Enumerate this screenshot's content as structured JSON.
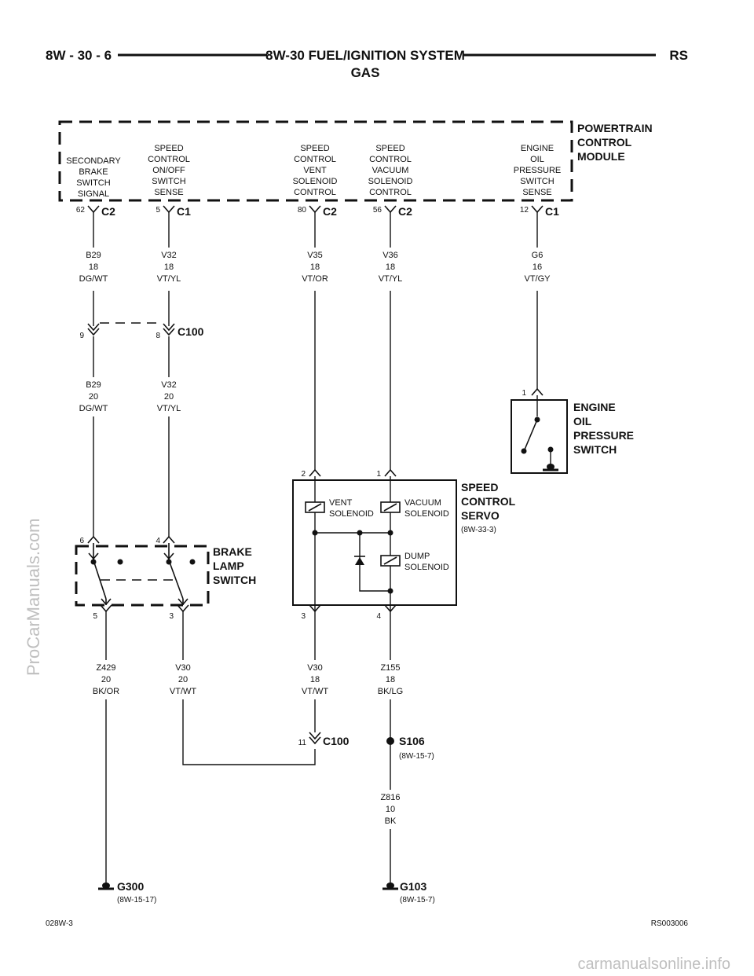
{
  "header": {
    "page_number": "8W - 30 - 6",
    "title": "8W-30 FUEL/IGNITION SYSTEM",
    "subtitle": "GAS",
    "model": "RS"
  },
  "pcm": {
    "name_lines": [
      "POWERTRAIN",
      "CONTROL",
      "MODULE"
    ],
    "circuits": [
      {
        "lines": [
          "SECONDARY",
          "BRAKE",
          "SWITCH",
          "SIGNAL"
        ],
        "pin": "62",
        "connector": "C2",
        "wire": [
          "B29",
          "18",
          "DG/WT"
        ]
      },
      {
        "lines": [
          "SPEED",
          "CONTROL",
          "ON/OFF",
          "SWITCH",
          "SENSE"
        ],
        "pin": "5",
        "connector": "C1",
        "wire": [
          "V32",
          "18",
          "VT/YL"
        ]
      },
      {
        "lines": [
          "SPEED",
          "CONTROL",
          "VENT",
          "SOLENOID",
          "CONTROL"
        ],
        "pin": "80",
        "connector": "C2",
        "wire": [
          "V35",
          "18",
          "VT/OR"
        ]
      },
      {
        "lines": [
          "SPEED",
          "CONTROL",
          "VACUUM",
          "SOLENOID",
          "CONTROL"
        ],
        "pin": "56",
        "connector": "C2",
        "wire": [
          "V36",
          "18",
          "VT/YL"
        ]
      },
      {
        "lines": [
          "ENGINE",
          "OIL",
          "PRESSURE",
          "SWITCH",
          "SENSE"
        ],
        "pin": "12",
        "connector": "C1",
        "wire": [
          "G6",
          "16",
          "VT/GY"
        ]
      }
    ]
  },
  "c100_upper": {
    "name": "C100",
    "pins": [
      "9",
      "8"
    ]
  },
  "mid_wires": [
    [
      "B29",
      "20",
      "DG/WT"
    ],
    [
      "V32",
      "20",
      "VT/YL"
    ]
  ],
  "oil_switch": {
    "name_lines": [
      "ENGINE",
      "OIL",
      "PRESSURE",
      "SWITCH"
    ],
    "pin": "1"
  },
  "servo": {
    "name_lines": [
      "SPEED",
      "CONTROL",
      "SERVO"
    ],
    "ref": "(8W-33-3)",
    "pins_top": [
      "2",
      "1"
    ],
    "pins_bottom": [
      "3",
      "4"
    ],
    "vent_solenoid": [
      "VENT",
      "SOLENOID"
    ],
    "vacuum_solenoid": [
      "VACUUM",
      "SOLENOID"
    ],
    "dump_solenoid": [
      "DUMP",
      "SOLENOID"
    ]
  },
  "brake_switch": {
    "name_lines": [
      "BRAKE",
      "LAMP",
      "SWITCH"
    ],
    "pins_top": [
      "6",
      "4"
    ],
    "pins_bottom": [
      "5",
      "3"
    ]
  },
  "lower_wires": [
    [
      "Z429",
      "20",
      "BK/OR"
    ],
    [
      "V30",
      "20",
      "VT/WT"
    ],
    [
      "V30",
      "18",
      "VT/WT"
    ],
    [
      "Z155",
      "18",
      "BK/LG"
    ]
  ],
  "c100_lower": {
    "name": "C100",
    "pin": "11"
  },
  "splice": {
    "name": "S106",
    "ref": "(8W-15-7)"
  },
  "ground_wire": [
    "Z816",
    "10",
    "BK"
  ],
  "grounds": [
    {
      "name": "G300",
      "ref": "(8W-15-17)"
    },
    {
      "name": "G103",
      "ref": "(8W-15-7)"
    }
  ],
  "footer": {
    "left": "028W-3",
    "right": "RS003006"
  },
  "watermarks": {
    "left": "ProCarManuals.com",
    "bottom": "carmanualsonline.info"
  }
}
